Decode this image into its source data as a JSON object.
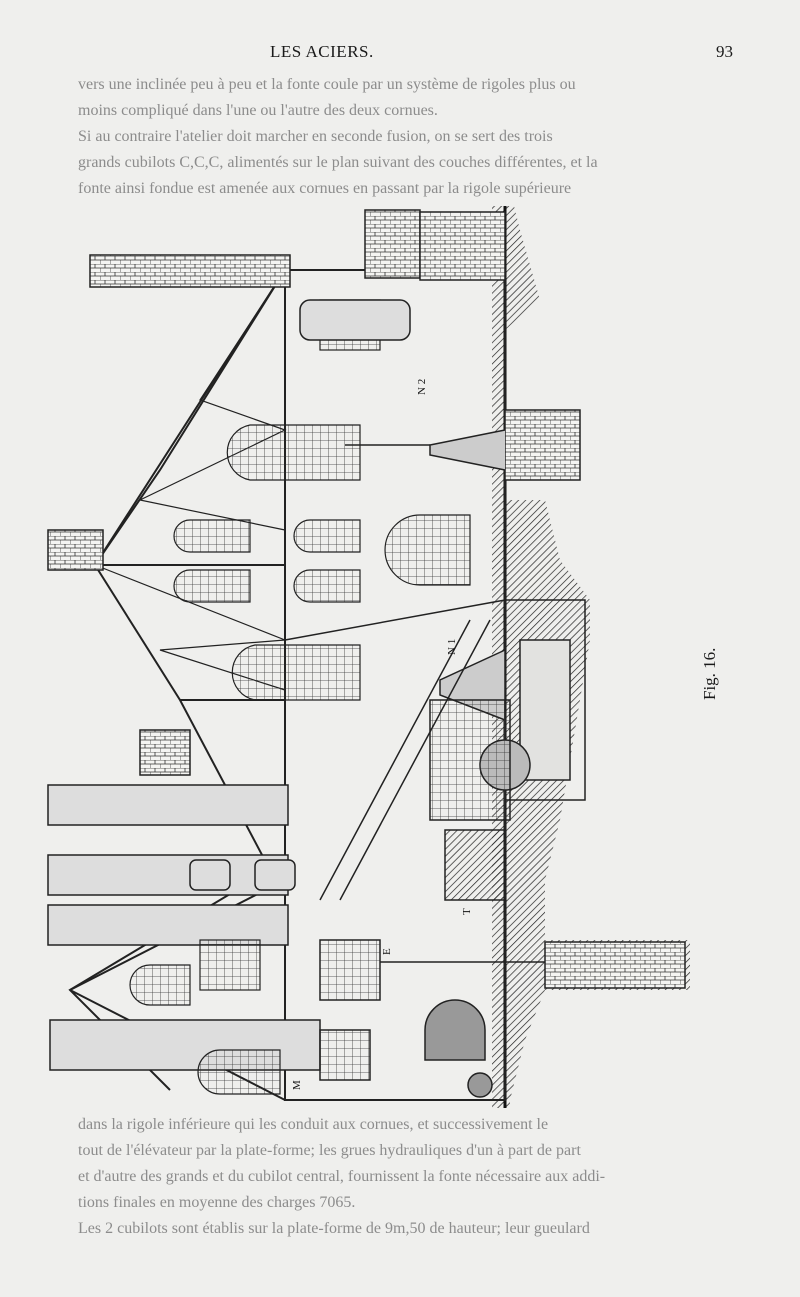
{
  "header": {
    "title": "LES ACIERS.",
    "page_number": "93"
  },
  "faint_text_top": [
    "vers une inclinée peu à peu et la fonte coule par un système de rigoles plus ou",
    "moins compliqué dans l'une ou l'autre des deux cornues.",
    "Si au contraire l'atelier doit marcher en seconde fusion, on se sert des trois",
    "grands cubilots C,C,C, alimentés sur le plan suivant des couches différentes, et la",
    "fonte ainsi fondue est amenée aux cornues en passant par la rigole supérieure"
  ],
  "faint_text_bottom": [
    "dans la rigole inférieure qui les conduit aux cornues, et successivement le",
    "tout de l'élévateur par la plate-forme; les grues hydrauliques d'un à part de part",
    "et d'autre des grands et du cubilot central, fournissent la fonte nécessaire aux addi-",
    "tions finales en moyenne des charges 7065.",
    "Les 2 cubilots sont établis sur la plate-forme de 9m,50 de hauteur; leur gueulard"
  ],
  "figure": {
    "caption": "Fig. 16.",
    "labels": [
      "N 2",
      "N 1",
      "E",
      "T",
      "M"
    ]
  },
  "colors": {
    "paper": "#efefed",
    "ink": "#1a1a1a",
    "bleed": "#8c8c8c"
  }
}
